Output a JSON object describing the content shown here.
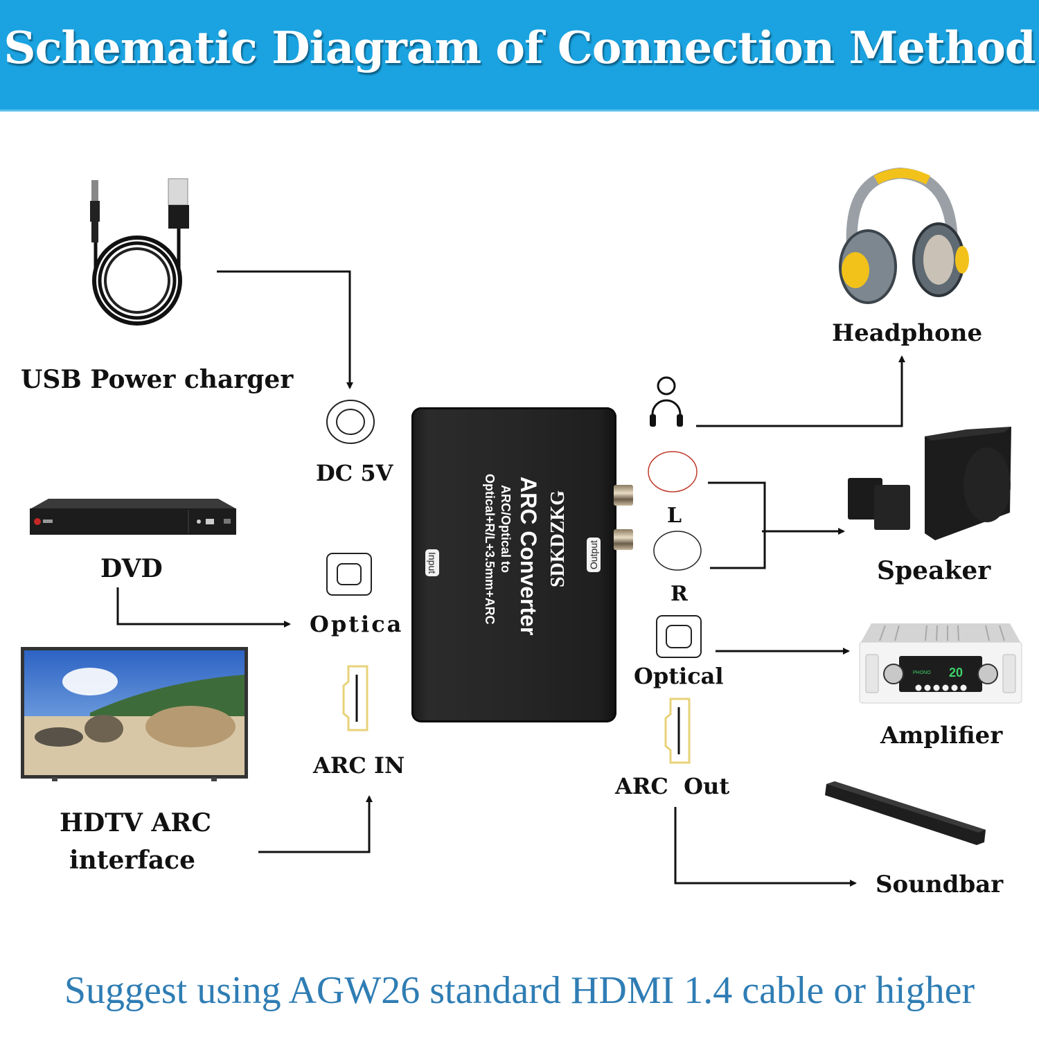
{
  "title": "Schematic Diagram of Connection Method",
  "footer_note": "Suggest using AGW26 standard HDMI 1.4 cable or higher",
  "colors": {
    "banner": "#1aa3e0",
    "footer_text": "#2f7db4",
    "hdmi_port_outline": "#e8d27a",
    "l_port_outline": "#c0392b"
  },
  "converter": {
    "brand": "SDKDZKG",
    "model": "ARC Converter",
    "description_line1": "ARC/Optical to",
    "description_line2": "Optical+R/L+3.5mm+ARC",
    "input_tag": "Input",
    "output_tag": "Output"
  },
  "devices": {
    "usb_power": {
      "label": "USB Power charger",
      "icon": "usb-dc-cable"
    },
    "dvd": {
      "label": "DVD",
      "icon": "dvd-player"
    },
    "hdtv": {
      "label_line1": "HDTV ARC",
      "label_line2": "interface",
      "icon": "television"
    },
    "headphone": {
      "label": "Headphone",
      "icon": "headphones"
    },
    "speaker": {
      "label": "Speaker",
      "icon": "speaker-set"
    },
    "amplifier": {
      "label": "Amplifier",
      "icon": "amplifier",
      "display_value": "20",
      "display_mode": "PHONO"
    },
    "soundbar": {
      "label": "Soundbar",
      "icon": "soundbar"
    }
  },
  "input_ports": [
    {
      "label": "DC 5V",
      "icon": "dc-jack"
    },
    {
      "label": "Optica",
      "icon": "optical-port"
    },
    {
      "label": "ARC IN",
      "icon": "hdmi-port"
    }
  ],
  "output_ports": [
    {
      "label": "",
      "icon": "headphone-jack"
    },
    {
      "label": "L",
      "icon": "rca-port"
    },
    {
      "label": "R",
      "icon": "rca-port"
    },
    {
      "label": "Optical",
      "icon": "optical-port"
    },
    {
      "label": "ARC  Out",
      "icon": "hdmi-port"
    }
  ],
  "connections": [
    {
      "from": "USB Power charger",
      "to": "DC 5V"
    },
    {
      "from": "DVD",
      "to": "Optica"
    },
    {
      "from": "HDTV ARC interface",
      "to": "ARC IN"
    },
    {
      "from": "headphone-jack",
      "to": "Headphone"
    },
    {
      "from": "L+R",
      "to": "Speaker"
    },
    {
      "from": "Optical",
      "to": "Amplifier"
    },
    {
      "from": "ARC  Out",
      "to": "Soundbar"
    }
  ]
}
